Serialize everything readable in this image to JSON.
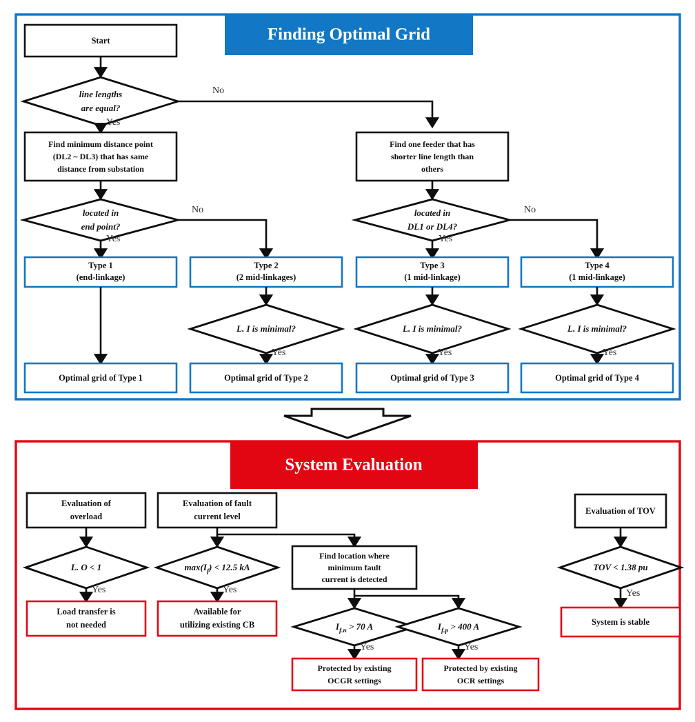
{
  "figure": {
    "title": "Flowchart: Finding Optimal Grid and System Evaluation",
    "colors": {
      "blue": "#1277c4",
      "red": "#e20613",
      "black": "#0d0d0d",
      "white": "#ffffff"
    }
  },
  "section_top": {
    "banner": "Finding Optimal Grid",
    "nodes": {
      "start": "Start",
      "q_line_lengths_l1": "line lengths",
      "q_line_lengths_l2": "are equal?",
      "find_min_distance_l1": "Find minimum distance point",
      "find_min_distance_l2": "(DL2 ~ DL3) that has same",
      "find_min_distance_l3": "distance from substation",
      "find_one_feeder_l1": "Find one feeder that has",
      "find_one_feeder_l2": "shorter line length than",
      "find_one_feeder_l3": "others",
      "q_end_point_l1": "located in",
      "q_end_point_l2": "end point?",
      "q_dl_l1": "located in",
      "q_dl_l2": "DL1 or DL4?",
      "type1_l1": "Type 1",
      "type1_l2": "(end-linkage)",
      "type2_l1": "Type 2",
      "type2_l2": "(2 mid-linkages)",
      "type3_l1": "Type 3",
      "type3_l2": "(1 mid-linkage)",
      "type4_l1": "Type 4",
      "type4_l2": "(1 mid-linkage)",
      "q_li_2": "L. I is minimal?",
      "q_li_3": "L. I is minimal?",
      "q_li_4": "L. I is minimal?",
      "opt1": "Optimal grid of Type 1",
      "opt2": "Optimal grid of Type 2",
      "opt3": "Optimal grid of Type 3",
      "opt4": "Optimal grid of Type 4"
    },
    "edge_labels": {
      "no_1": "No",
      "yes_1": "Yes",
      "no_2": "No",
      "yes_2": "Yes",
      "no_3": "No",
      "yes_3": "Yes",
      "yes_li2": "Yes",
      "yes_li3": "Yes",
      "yes_li4": "Yes"
    }
  },
  "connector": {
    "name": "down-arrow-connector"
  },
  "section_bottom": {
    "banner": "System Evaluation",
    "nodes": {
      "eval_overload_l1": "Evaluation of",
      "eval_overload_l2": "overload",
      "eval_fault_l1": "Evaluation of fault",
      "eval_fault_l2": "current level",
      "eval_tov": "Evaluation of TOV",
      "q_lo": "L. O < 1",
      "q_maxif": "max(I_f) < 12.5 kA",
      "q_tov": "TOV < 1.38 pu",
      "find_loc_l1": "Find location where",
      "find_loc_l2": "minimum fault",
      "find_loc_l3": "current is detected",
      "q_ifn": "I_f.n > 70 A",
      "q_ifp": "I_f.p > 400 A",
      "load_transfer_l1": "Load transfer is",
      "load_transfer_l2": "not needed",
      "available_cb_l1": "Available for",
      "available_cb_l2": "utilizing existing CB",
      "protected_ocgr_l1": "Protected by existing",
      "protected_ocgr_l2": "OCGR settings",
      "protected_ocr_l1": "Protected by existing",
      "protected_ocr_l2": "OCR settings",
      "system_stable": "System is stable"
    },
    "edge_labels": {
      "yes_lo": "Yes",
      "yes_maxif": "Yes",
      "yes_ifn": "Yes",
      "yes_ifp": "Yes",
      "yes_tov": "Yes"
    }
  }
}
